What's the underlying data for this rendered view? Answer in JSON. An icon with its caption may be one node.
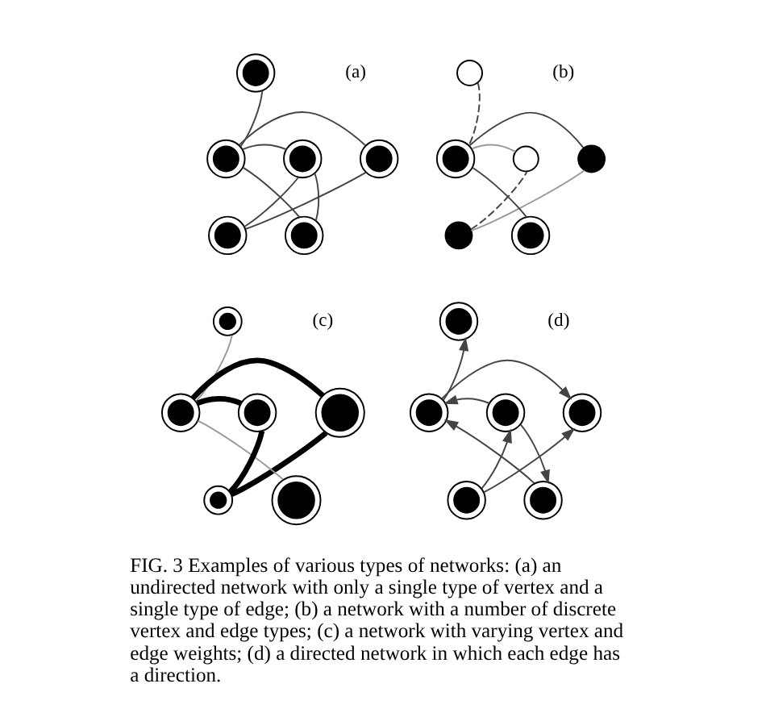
{
  "diagram": {
    "caption": "FIG. 3 Examples of various types of networks: (a) an undirected network with only a single type of vertex and a single type of edge; (b) a network with a number of discrete vertex and edge types; (c) a network with varying vertex and edge weights; (d) a directed network in which each edge has a direction.",
    "nodes": [
      {
        "text": [],
        "shape": "circle"
      },
      {
        "text": [],
        "shape": "circle"
      },
      {
        "text": [],
        "shape": "circle"
      },
      {
        "text": [],
        "shape": "circle"
      },
      {
        "text": [],
        "shape": "circle"
      },
      {
        "text": [],
        "shape": "circle"
      },
      {
        "text": [],
        "shape": "circle"
      },
      {
        "text": [],
        "shape": "circle"
      },
      {
        "text": [],
        "shape": "circle"
      },
      {
        "text": [],
        "shape": "circle"
      },
      {
        "text": [],
        "shape": "circle"
      },
      {
        "text": [],
        "shape": "circle"
      },
      {
        "text": [],
        "shape": "circle"
      },
      {
        "text": [],
        "shape": "circle"
      },
      {
        "text": [],
        "shape": "circle"
      },
      {
        "text": [],
        "shape": "circle"
      },
      {
        "text": [],
        "shape": "circle"
      },
      {
        "text": [],
        "shape": "circle"
      },
      {
        "text": [],
        "shape": "circle"
      },
      {
        "text": [],
        "shape": "circle"
      },
      {
        "text": [],
        "shape": "circle"
      },
      {
        "text": [],
        "shape": "circle"
      },
      {
        "text": [],
        "shape": "circle"
      },
      {
        "text": [],
        "shape": "circle"
      }
    ],
    "edges": [
      {
        "from": 0,
        "to": 2,
        "arrow": "none"
      },
      {
        "from": 1,
        "to": 2,
        "arrow": "none"
      },
      {
        "from": 2,
        "to": 3,
        "arrow": "none"
      },
      {
        "from": 1,
        "to": 4,
        "arrow": "none"
      },
      {
        "from": 4,
        "to": 3,
        "arrow": "none"
      },
      {
        "from": 2,
        "to": 5,
        "arrow": "none"
      },
      {
        "from": 3,
        "to": 5,
        "arrow": "none"
      },
      {
        "from": 6,
        "to": 8,
        "arrow": "none",
        "style": "dashed"
      },
      {
        "from": 7,
        "to": 8,
        "arrow": "none"
      },
      {
        "from": 8,
        "to": 9,
        "arrow": "none",
        "color": "#999999"
      },
      {
        "from": 7,
        "to": 10,
        "arrow": "none",
        "color": "#999999"
      },
      {
        "from": 10,
        "to": 9,
        "arrow": "none",
        "style": "dashed"
      },
      {
        "from": 8,
        "to": 11,
        "arrow": "none"
      },
      {
        "from": 12,
        "to": 14,
        "arrow": "none",
        "color": "#999999"
      },
      {
        "from": 13,
        "to": 14,
        "arrow": "none",
        "style": "thick"
      },
      {
        "from": 14,
        "to": 15,
        "arrow": "none",
        "style": "thick"
      },
      {
        "from": 13,
        "to": 16,
        "arrow": "none",
        "style": "thick"
      },
      {
        "from": 16,
        "to": 15,
        "arrow": "none",
        "style": "thick"
      },
      {
        "from": 14,
        "to": 17,
        "arrow": "none",
        "color": "#999999"
      },
      {
        "from": 20,
        "to": 18,
        "arrow": "to"
      },
      {
        "from": 20,
        "to": 19,
        "arrow": "to"
      },
      {
        "from": 21,
        "to": 20,
        "arrow": "to"
      },
      {
        "from": 22,
        "to": 19,
        "arrow": "to"
      },
      {
        "from": 22,
        "to": 21,
        "arrow": "to"
      },
      {
        "from": 23,
        "to": 20,
        "arrow": "to"
      },
      {
        "from": 21,
        "to": 23,
        "arrow": "to"
      }
    ],
    "labels": [
      "(a)",
      "(b)",
      "(c)",
      "(d)"
    ]
  }
}
